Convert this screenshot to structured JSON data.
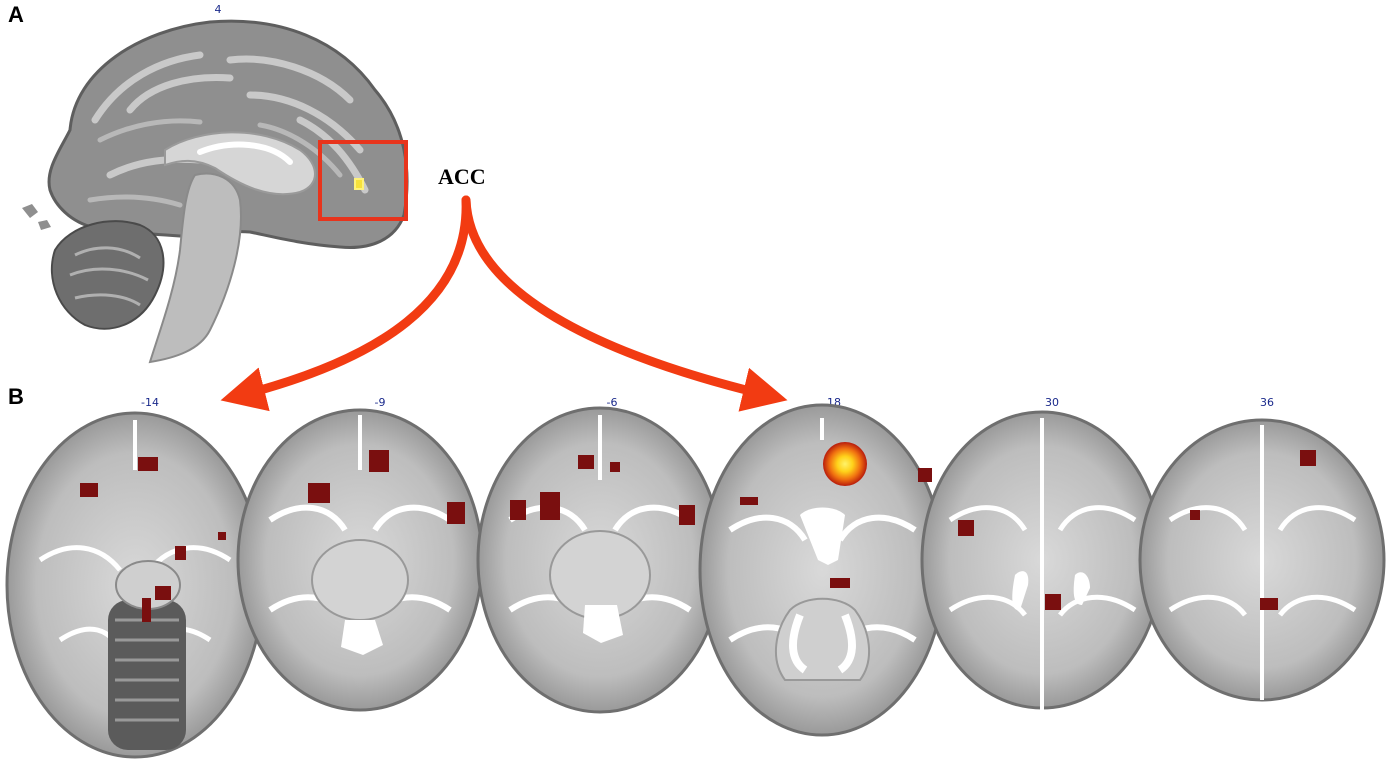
{
  "panels": {
    "a": {
      "label": "A",
      "slice": "4"
    },
    "b": {
      "label": "B",
      "slices": [
        "-14",
        "-9",
        "-6",
        "18",
        "30",
        "36"
      ]
    }
  },
  "annotation": {
    "label": "ACC"
  },
  "colors": {
    "highlight_box": "#e8341c",
    "arrow": "#f23b12",
    "activation_dark": "#7a0f0f",
    "activation_hot": "#ffd21a",
    "slice_label": "#1b2a8c"
  }
}
